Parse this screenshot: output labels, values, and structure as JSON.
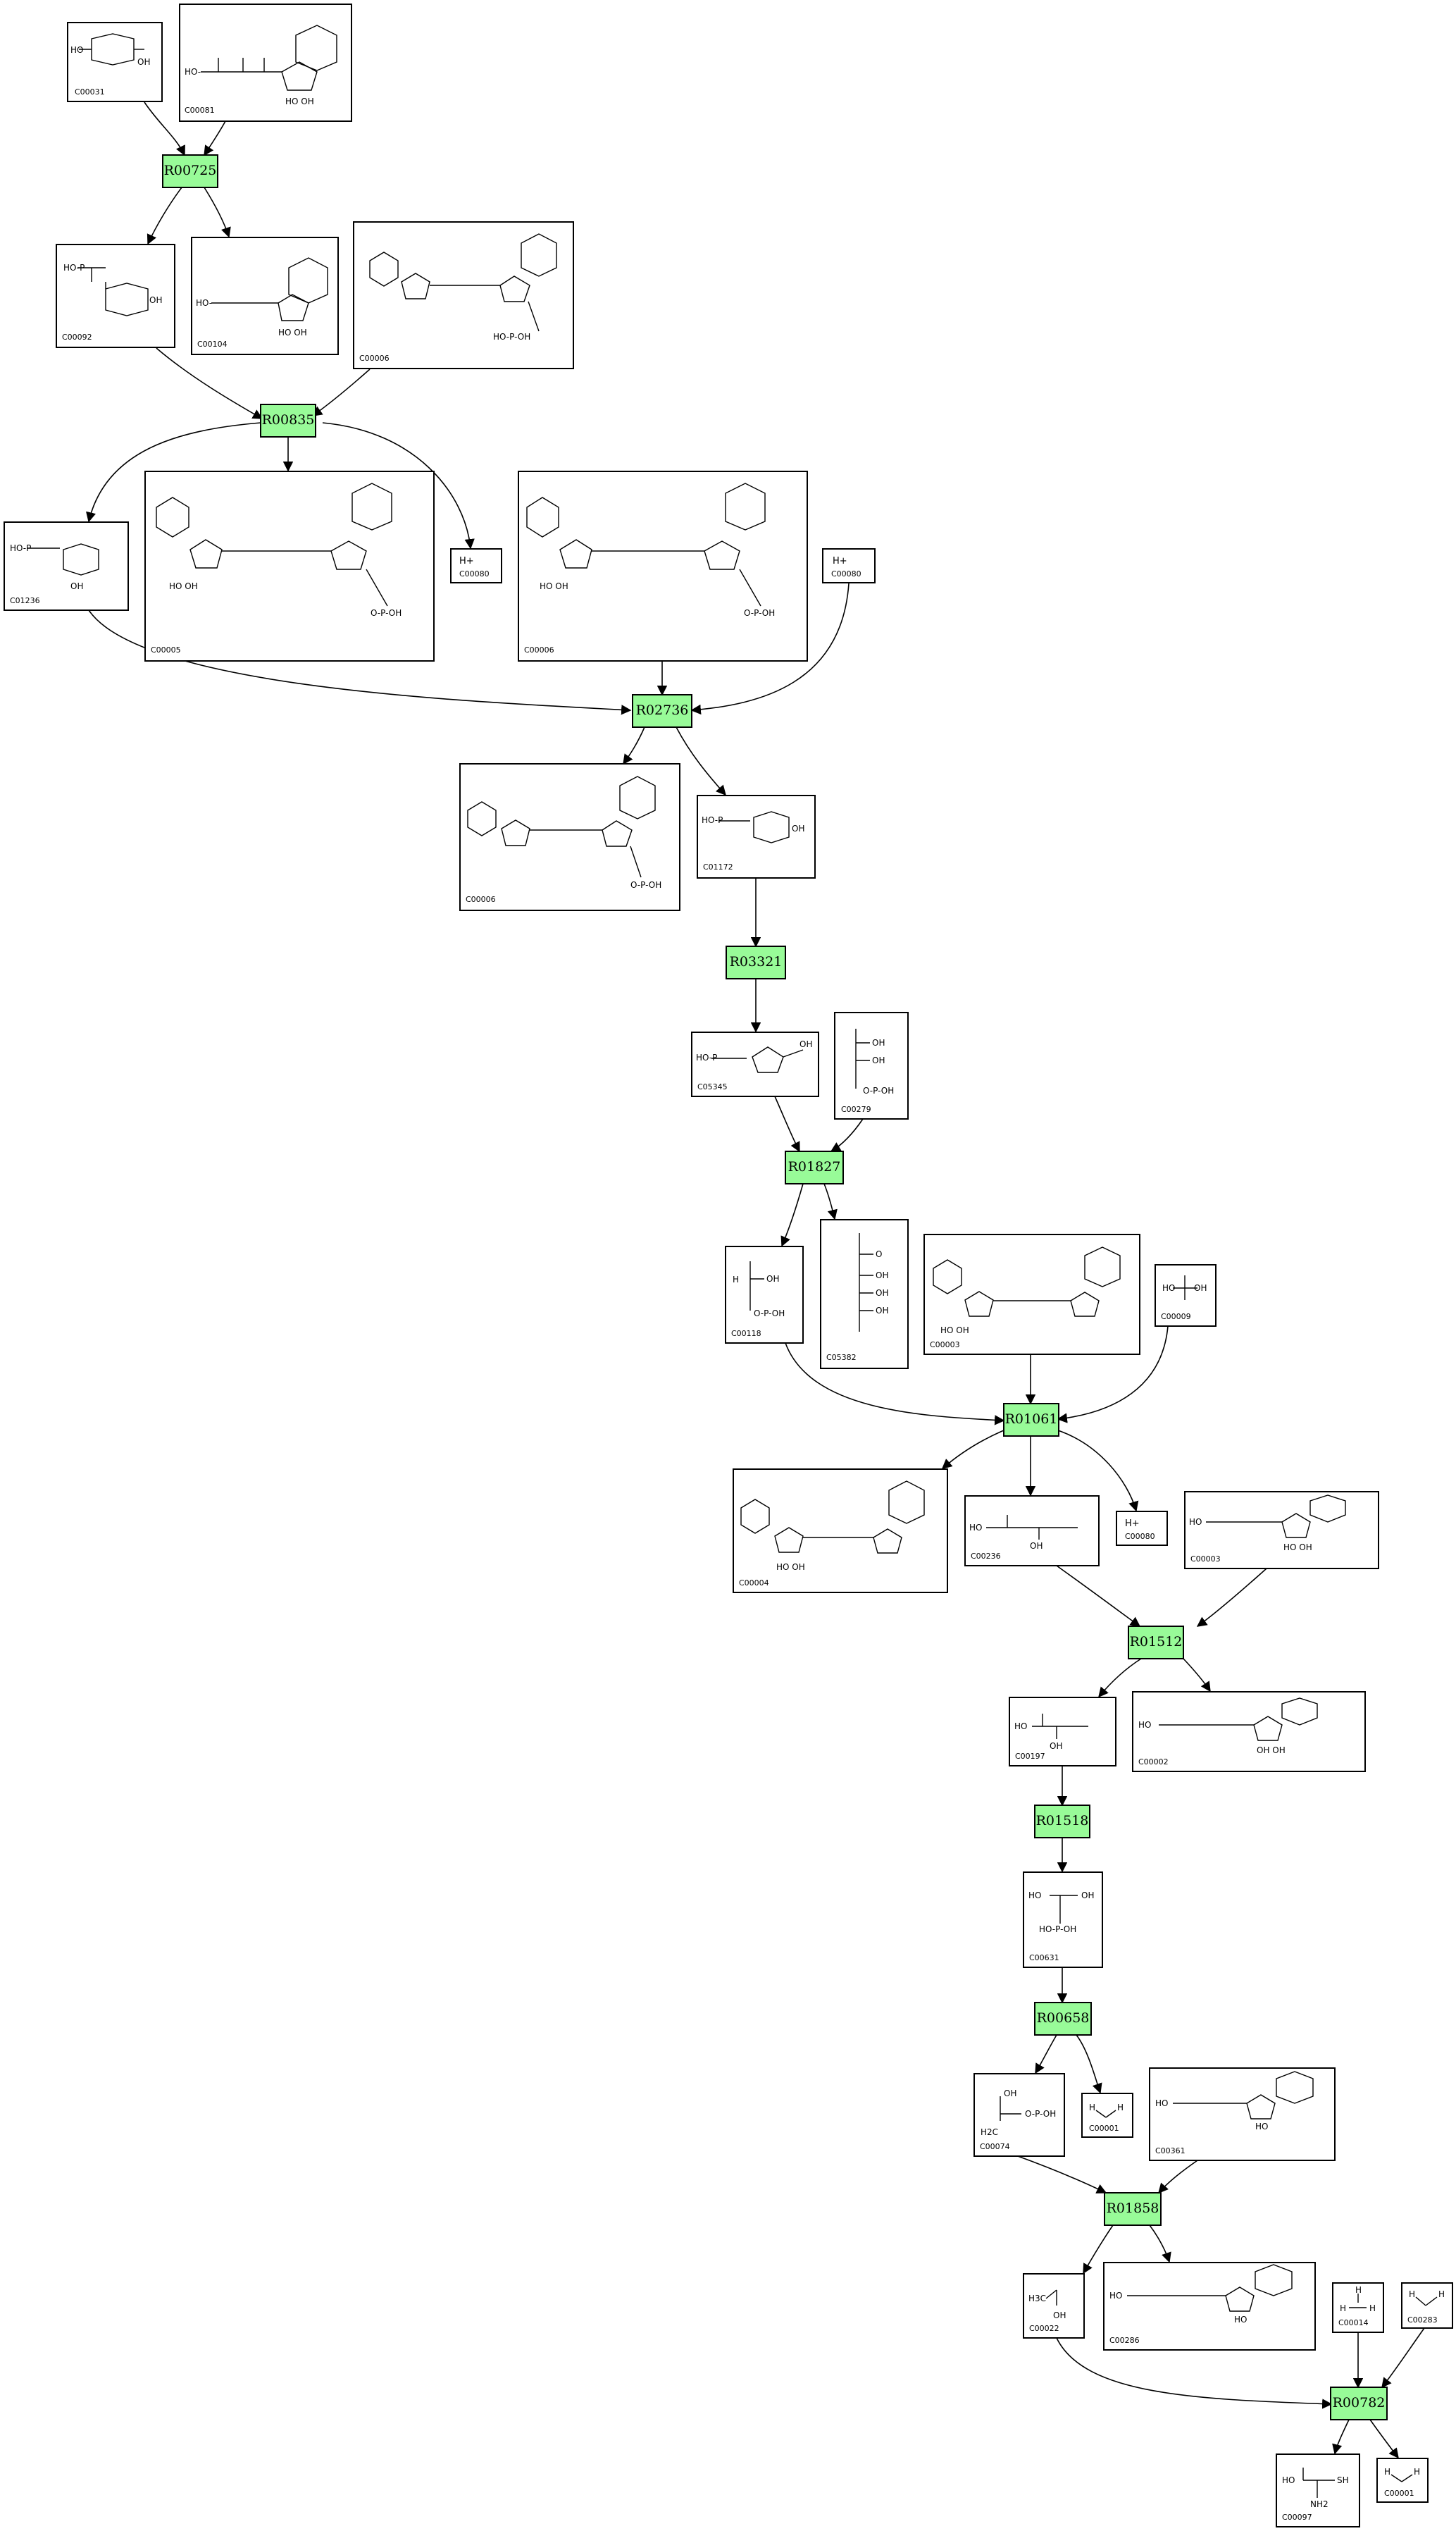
{
  "colors": {
    "reaction_fill": "#98fb98",
    "compound_border": "#000000",
    "edge": "#000000"
  },
  "reactions": {
    "r00725": "R00725",
    "r00835": "R00835",
    "r02736": "R02736",
    "r03321": "R03321",
    "r01827": "R01827",
    "r01061": "R01061",
    "r01512": "R01512",
    "r01518": "R01518",
    "r00658": "R00658",
    "r01858": "R01858",
    "r00782": "R00782"
  },
  "compounds": {
    "c00031": "C00031",
    "c00081": "C00081",
    "c00092": "C00092",
    "c00104": "C00104",
    "c00006a": "C00006",
    "c01236": "C01236",
    "c00005": "C00005",
    "c00080a": "C00080",
    "c00006b": "C00006",
    "c00080b": "C00080",
    "c00006c": "C00006",
    "c01172": "C01172",
    "c05345": "C05345",
    "c00279": "C00279",
    "c00118": "C00118",
    "c05382": "C05382",
    "c00003a": "C00003",
    "c00009": "C00009",
    "c00004": "C00004",
    "c00236": "C00236",
    "c00080c": "C00080",
    "c00003b": "C00003",
    "c00197": "C00197",
    "c00002": "C00002",
    "c00631": "C00631",
    "c00074": "C00074",
    "c00001a": "C00001",
    "c00361": "C00361",
    "c00022": "C00022",
    "c00286": "C00286",
    "c00014": "C00014",
    "c00283": "C00283",
    "c00097": "C00097",
    "c00001b": "C00001"
  },
  "symbols": {
    "proton": "H+"
  }
}
